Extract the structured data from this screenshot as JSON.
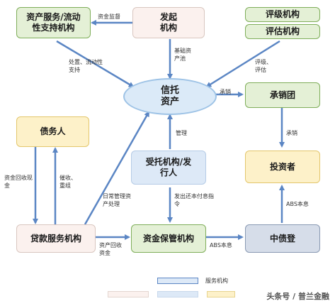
{
  "nodes": {
    "asset_service": "资产服务/流动性支持机构",
    "originator": "发起机构",
    "rating_agency": "评级机构",
    "valuation_agency": "评估机构",
    "trust_asset": "信托资产",
    "underwriter": "承销团",
    "debtor": "债务人",
    "trustee_issuer": "受托机构/发行人",
    "investor": "投资者",
    "loan_service": "贷款服务机构",
    "custodian": "资金保管机构",
    "depository": "中债登"
  },
  "edges": {
    "asset_supervision": "资金监督",
    "basic_asset_pool": "基础资产池",
    "disposal_liquidity": "处置、流动性支持",
    "rating_valuation": "评级、评估",
    "underwriting_1": "承销",
    "management": "管理",
    "underwriting_2": "承销",
    "cash_recovery": "资金回收现金",
    "collection_restructure": "催收、重组",
    "daily_mgmt": "日常管理资产处理",
    "repay_instruction": "发出还本付息指令",
    "abs_principal_1": "ABS本息",
    "funds_recovery": "资产回收资金",
    "abs_principal_2": "ABS本息"
  },
  "legend": {
    "service_label": "服务机构"
  },
  "watermark": "头条号 / 普兰金融",
  "colors": {
    "green": "#e4f0d6",
    "pink": "#fbf1ee",
    "yellow": "#fdf1c9",
    "blue": "#dde9f7",
    "navy": "#d6dde9",
    "arrow": "#5b86c4"
  }
}
